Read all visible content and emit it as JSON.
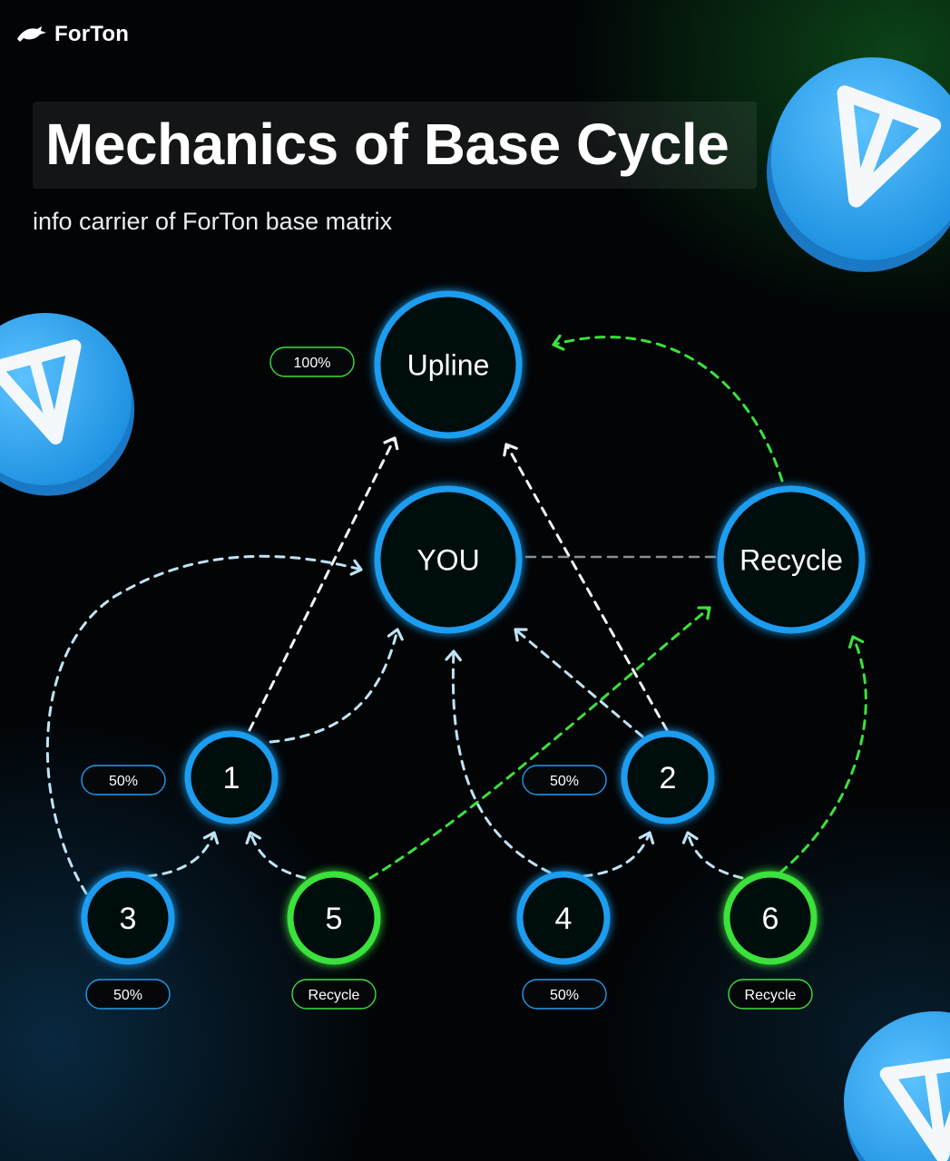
{
  "brand": {
    "name": "ForTon"
  },
  "header": {
    "title": "Mechanics of Base Cycle",
    "subtitle": "info carrier of ForTon base matrix"
  },
  "colors": {
    "blue": "#1f9df0",
    "green": "#3be23a",
    "light_blue_arrow": "#bfe3f3",
    "white_arrow": "#f1f4f6",
    "gray_link": "#8a8f94",
    "coin": "#3aaaf0"
  },
  "icons": [
    "ton-coin-icon",
    "forton-bird-icon"
  ],
  "nodes": [
    {
      "id": "upline",
      "label": "Upline",
      "color": "blue"
    },
    {
      "id": "you",
      "label": "YOU",
      "color": "blue"
    },
    {
      "id": "recycle",
      "label": "Recycle",
      "color": "blue"
    },
    {
      "id": "n1",
      "label": "1",
      "color": "blue"
    },
    {
      "id": "n2",
      "label": "2",
      "color": "blue"
    },
    {
      "id": "n3",
      "label": "3",
      "color": "blue"
    },
    {
      "id": "n5",
      "label": "5",
      "color": "green"
    },
    {
      "id": "n4",
      "label": "4",
      "color": "blue"
    },
    {
      "id": "n6",
      "label": "6",
      "color": "green"
    }
  ],
  "badges": [
    {
      "id": "b-upline",
      "text": "100%",
      "color": "green"
    },
    {
      "id": "b-n1",
      "text": "50%",
      "color": "blue"
    },
    {
      "id": "b-n2",
      "text": "50%",
      "color": "blue"
    },
    {
      "id": "b-n3",
      "text": "50%",
      "color": "blue"
    },
    {
      "id": "b-n5",
      "text": "Recycle",
      "color": "green"
    },
    {
      "id": "b-n4",
      "text": "50%",
      "color": "blue"
    },
    {
      "id": "b-n6",
      "text": "Recycle",
      "color": "green"
    }
  ],
  "edges": [
    {
      "from": "n1",
      "to": "upline",
      "style": "white"
    },
    {
      "from": "n2",
      "to": "upline",
      "style": "white"
    },
    {
      "from": "n1",
      "to": "you",
      "style": "light-blue"
    },
    {
      "from": "n2",
      "to": "you",
      "style": "light-blue"
    },
    {
      "from": "n3",
      "to": "you",
      "style": "light-blue"
    },
    {
      "from": "n4",
      "to": "you",
      "style": "light-blue"
    },
    {
      "from": "n3",
      "to": "n1",
      "style": "light-blue"
    },
    {
      "from": "n5",
      "to": "n1",
      "style": "light-blue"
    },
    {
      "from": "n4",
      "to": "n2",
      "style": "light-blue"
    },
    {
      "from": "n6",
      "to": "n2",
      "style": "light-blue"
    },
    {
      "from": "n5",
      "to": "recycle",
      "style": "green"
    },
    {
      "from": "n6",
      "to": "recycle",
      "style": "green"
    },
    {
      "from": "recycle",
      "to": "upline",
      "style": "green"
    },
    {
      "from": "you",
      "to": "recycle",
      "style": "gray"
    }
  ]
}
